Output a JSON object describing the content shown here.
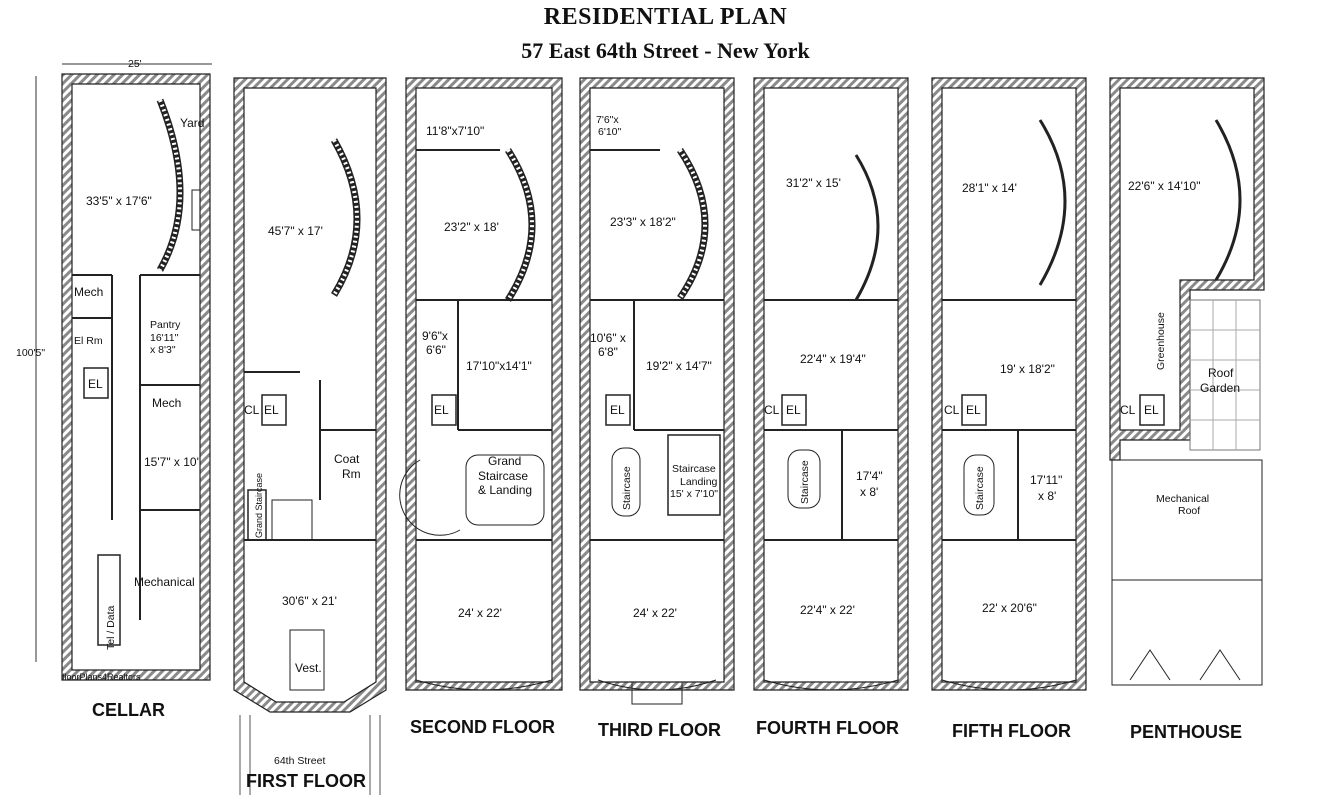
{
  "header": {
    "title": "RESIDENTIAL PLAN",
    "subtitle": "57 East 64th Street - New York"
  },
  "dimensions": {
    "width": "25'",
    "depth": "100'5\""
  },
  "credit": "floorPlans4Realtors",
  "street": "64th Street",
  "floors": {
    "cellar": {
      "label": "CELLAR",
      "rooms": {
        "yard": "Yard",
        "main": "33'5\" x 17'6\"",
        "mech1": "Mech",
        "pantry": "Pantry",
        "pantry_dim1": "16'11\"",
        "pantry_dim2": "x 8'3\"",
        "el_rm": "El Rm",
        "el": "EL",
        "mech2": "Mech",
        "room2": "15'7\" x 10'",
        "tel_data": "Tel / Data",
        "mechanical": "Mechanical"
      }
    },
    "first": {
      "label": "FIRST FLOOR",
      "rooms": {
        "main": "45'7\" x 17'",
        "cl": "CL",
        "el": "EL",
        "coat1": "Coat",
        "coat2": "Rm",
        "grand": "Grand Staircase",
        "front": "30'6\" x 21'",
        "vest": "Vest."
      }
    },
    "second": {
      "label": "SECOND FLOOR",
      "rooms": {
        "top": "11'8\"x7'10\"",
        "main": "23'2\" x 18'",
        "small1": "9'6\"x",
        "small2": "6'6\"",
        "mid": "17'10\"x14'1\"",
        "el": "EL",
        "grand1": "Grand",
        "grand2": "Staircase",
        "grand3": "& Landing",
        "front": "24' x 22'"
      }
    },
    "third": {
      "label": "THIRD FLOOR",
      "rooms": {
        "top1": "7'6\"x",
        "top2": "6'10\"",
        "main": "23'3\" x 18'2\"",
        "small1": "10'6\" x",
        "small2": "6'8\"",
        "mid": "19'2\" x 14'7\"",
        "el": "EL",
        "staircase": "Staircase",
        "landing1": "Staircase",
        "landing2": "Landing",
        "landing3": "15' x 7'10\"",
        "front": "24' x 22'"
      }
    },
    "fourth": {
      "label": "FOURTH FLOOR",
      "rooms": {
        "main": "31'2\" x 15'",
        "mid": "22'4\" x 19'4\"",
        "cl": "CL",
        "el": "EL",
        "staircase": "Staircase",
        "side1": "17'4\"",
        "side2": "x 8'",
        "front": "22'4\" x 22'"
      }
    },
    "fifth": {
      "label": "FIFTH FLOOR",
      "rooms": {
        "main": "28'1\" x 14'",
        "mid": "19' x 18'2\"",
        "cl": "CL",
        "el": "EL",
        "staircase": "Staircase",
        "side1": "17'11\"",
        "side2": "x 8'",
        "front": "22' x 20'6\""
      }
    },
    "penthouse": {
      "label": "PENTHOUSE",
      "rooms": {
        "main": "22'6\" x 14'10\"",
        "greenhouse": "Greenhouse",
        "roof1": "Roof",
        "roof2": "Garden",
        "cl": "CL",
        "el": "EL",
        "mech1": "Mechanical",
        "mech2": "Roof"
      }
    }
  }
}
